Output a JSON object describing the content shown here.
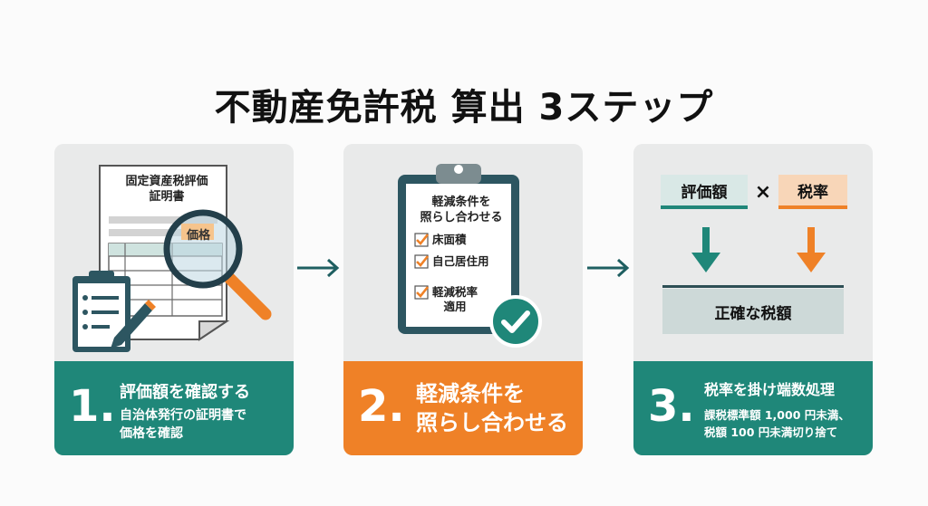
{
  "title": "不動産免許税 算出 3ステップ",
  "steps": [
    {
      "number": "1.",
      "title": "評価額を確認する",
      "desc_line1": "自治体発行の証明書で",
      "desc_line2": "価格を確認",
      "doc_title_line1": "固定資産税評価",
      "doc_title_line2": "証明書",
      "price_tag": "価格",
      "color": "#1f8779"
    },
    {
      "number": "2.",
      "title_line1": "軽減条件を",
      "title_line2": "照らし合わせる",
      "clipboard_title_line1": "軽減条件を",
      "clipboard_title_line2": "照らし合わせる",
      "checklist": [
        {
          "line1": "床面積",
          "line2": ""
        },
        {
          "line1": "自己居住用",
          "line2": ""
        },
        {
          "line1": "軽減税率",
          "line2": "適用"
        }
      ],
      "color": "#ef8127"
    },
    {
      "number": "3.",
      "title": "税率を掛け端数処理",
      "desc_line1": "課税標準額 1,000 円未満、",
      "desc_line2": "税額 100 円未満切り捨て",
      "formula_left": "評価額",
      "formula_op": "×",
      "formula_right": "税率",
      "result": "正確な税額",
      "color": "#1f8779"
    }
  ],
  "colors": {
    "teal": "#1f8779",
    "orange": "#ef8127",
    "card_bg": "#e9eaea",
    "arrow": "#1f8779"
  },
  "icons": [
    "document-icon",
    "magnifier-icon",
    "clipboard-pen-icon",
    "clipboard-checklist-icon",
    "checkmark-badge-icon",
    "right-arrow-icon",
    "down-arrow-icon"
  ]
}
